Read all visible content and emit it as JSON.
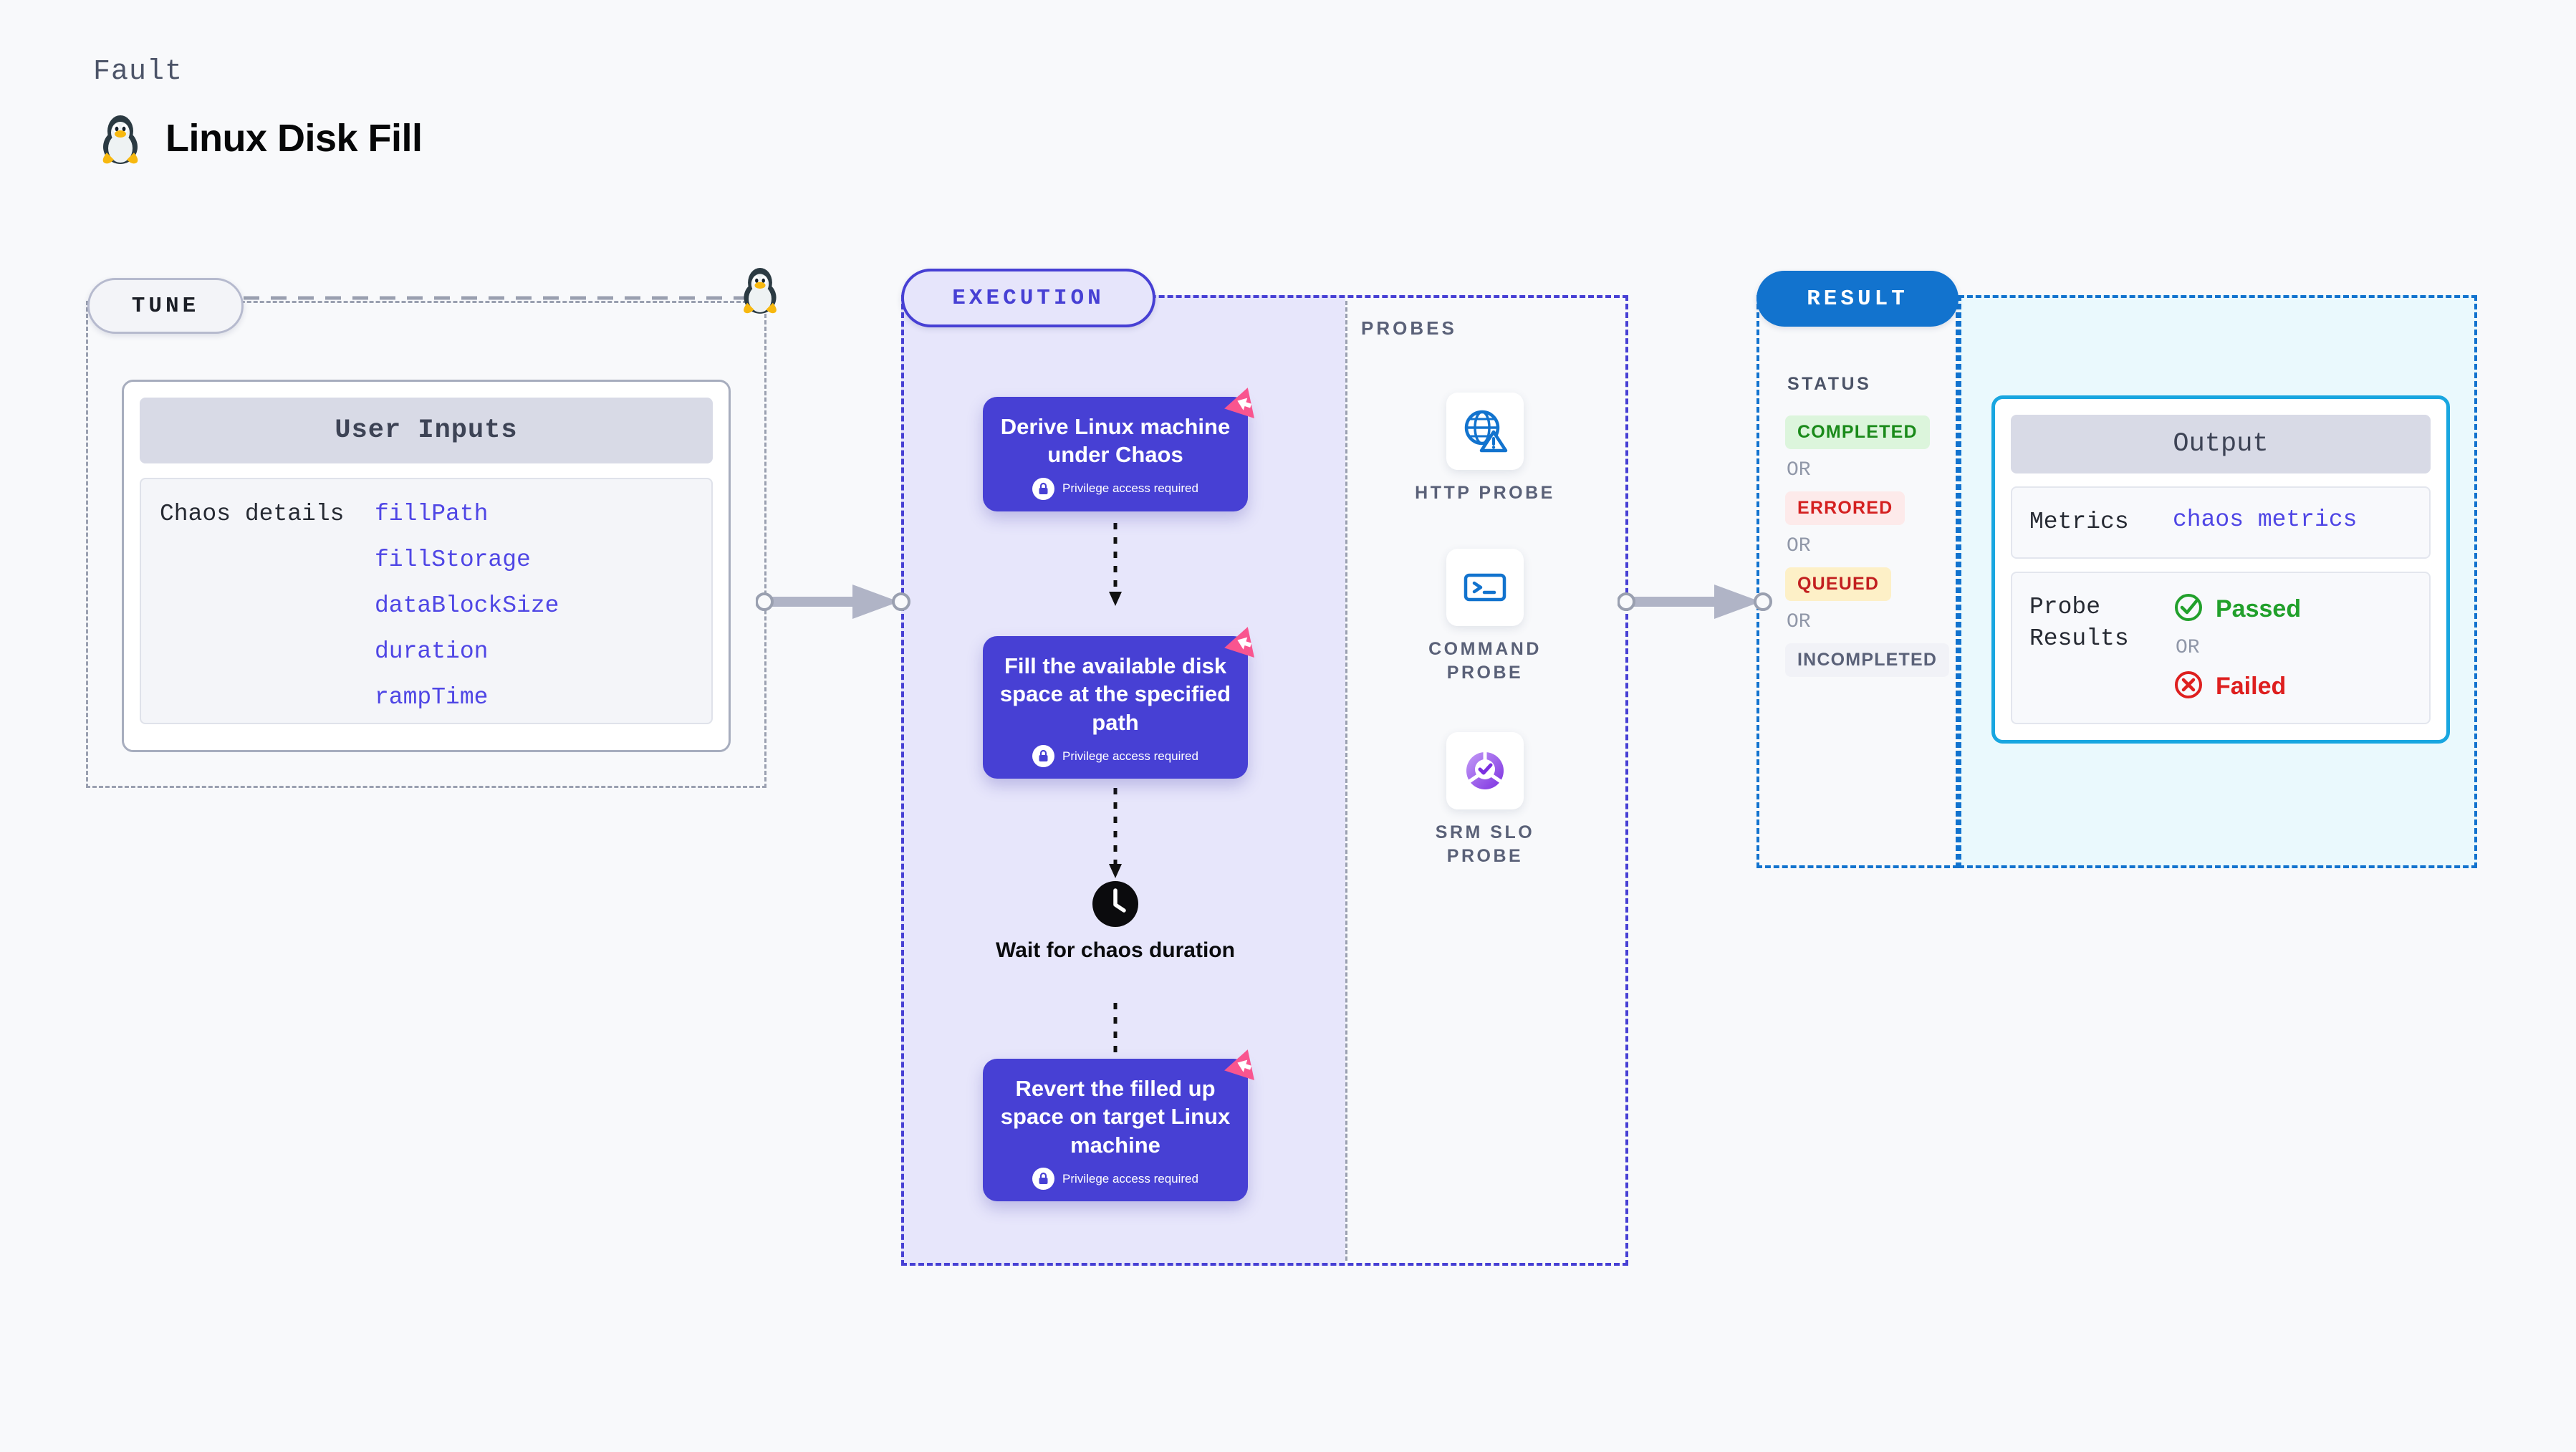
{
  "header": {
    "eyebrow": "Fault",
    "title": "Linux Disk Fill",
    "icon": "tux-penguin-icon"
  },
  "phases": {
    "tune": {
      "label": "TUNE"
    },
    "execution": {
      "label": "EXECUTION"
    },
    "result": {
      "label": "RESULT"
    }
  },
  "tune": {
    "card_header": "User Inputs",
    "details_label": "Chaos details",
    "params": [
      "fillPath",
      "fillStorage",
      "dataBlockSize",
      "duration",
      "rampTime"
    ]
  },
  "execution": {
    "steps": [
      {
        "title": "Derive Linux machine under Chaos",
        "privilege": "Privilege access required",
        "badge": "chaos-ribbon-icon"
      },
      {
        "title": "Fill the available disk space at the specified path",
        "privilege": "Privilege access required",
        "badge": "chaos-ribbon-icon"
      },
      {
        "title": "Revert the filled up space on target Linux machine",
        "privilege": "Privilege access required",
        "badge": "chaos-ribbon-icon"
      }
    ],
    "wait_node": {
      "label": "Wait for chaos duration",
      "icon": "clock-icon"
    }
  },
  "probes": {
    "title": "PROBES",
    "items": [
      {
        "label": "HTTP PROBE",
        "icon": "globe-warning-icon"
      },
      {
        "label": "COMMAND PROBE",
        "icon": "terminal-icon"
      },
      {
        "label": "SRM SLO PROBE",
        "icon": "slo-donut-check-icon"
      }
    ]
  },
  "result": {
    "status_title": "STATUS",
    "or_label": "OR",
    "statuses": [
      {
        "label": "COMPLETED",
        "bg": "#dcf5dc",
        "fg": "#1a8a1a"
      },
      {
        "label": "ERRORED",
        "bg": "#fdeaea",
        "fg": "#d42020"
      },
      {
        "label": "QUEUED",
        "bg": "#fdf0c7",
        "fg": "#c21f1f"
      },
      {
        "label": "INCOMPLETED",
        "bg": "#f1f2f7",
        "fg": "#5a6178"
      }
    ]
  },
  "output": {
    "card_header": "Output",
    "metrics_label": "Metrics",
    "metrics_value": "chaos metrics",
    "probe_results_label": "Probe Results",
    "passed_label": "Passed",
    "failed_label": "Failed",
    "or_label": "OR",
    "passed_icon": "check-circle-icon",
    "failed_icon": "x-circle-icon"
  },
  "colors": {
    "primary_purple": "#4740d4",
    "result_blue": "#1273ce",
    "output_cyan": "#18a6e0",
    "ribbon_pink": "#f9558f",
    "param_blue": "#4f46e5"
  }
}
